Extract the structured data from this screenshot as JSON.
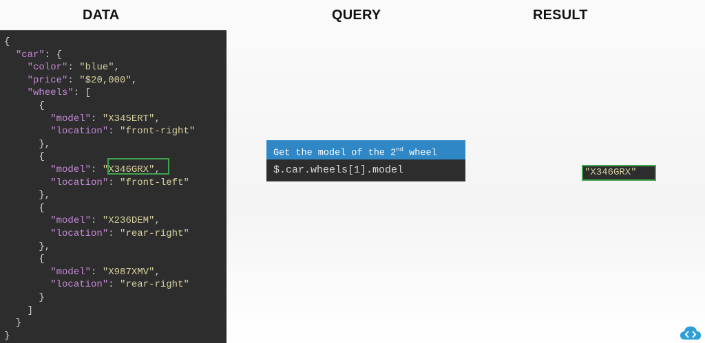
{
  "headings": {
    "data": "DATA",
    "query": "QUERY",
    "result": "RESULT"
  },
  "code": [
    [
      {
        "c": "p",
        "t": "{"
      }
    ],
    [
      {
        "c": "p",
        "t": "  "
      },
      {
        "c": "k",
        "t": "\"car\""
      },
      {
        "c": "p",
        "t": ": {"
      }
    ],
    [
      {
        "c": "p",
        "t": "    "
      },
      {
        "c": "k",
        "t": "\"color\""
      },
      {
        "c": "p",
        "t": ": "
      },
      {
        "c": "s",
        "t": "\"blue\""
      },
      {
        "c": "p",
        "t": ","
      }
    ],
    [
      {
        "c": "p",
        "t": "    "
      },
      {
        "c": "k",
        "t": "\"price\""
      },
      {
        "c": "p",
        "t": ": "
      },
      {
        "c": "s",
        "t": "\"$20,000\""
      },
      {
        "c": "p",
        "t": ","
      }
    ],
    [
      {
        "c": "p",
        "t": "    "
      },
      {
        "c": "k",
        "t": "\"wheels\""
      },
      {
        "c": "p",
        "t": ": ["
      }
    ],
    [
      {
        "c": "p",
        "t": "      {"
      }
    ],
    [
      {
        "c": "p",
        "t": "        "
      },
      {
        "c": "k",
        "t": "\"model\""
      },
      {
        "c": "p",
        "t": ": "
      },
      {
        "c": "s",
        "t": "\"X345ERT\""
      },
      {
        "c": "p",
        "t": ","
      }
    ],
    [
      {
        "c": "p",
        "t": "        "
      },
      {
        "c": "k",
        "t": "\"location\""
      },
      {
        "c": "p",
        "t": ": "
      },
      {
        "c": "s",
        "t": "\"front-right\""
      }
    ],
    [
      {
        "c": "p",
        "t": "      },"
      }
    ],
    [
      {
        "c": "p",
        "t": "      {"
      }
    ],
    [
      {
        "c": "p",
        "t": "        "
      },
      {
        "c": "k",
        "t": "\"model\""
      },
      {
        "c": "p",
        "t": ": "
      },
      {
        "c": "s",
        "t": "\"X346GRX\""
      },
      {
        "c": "p",
        "t": ","
      }
    ],
    [
      {
        "c": "p",
        "t": "        "
      },
      {
        "c": "k",
        "t": "\"location\""
      },
      {
        "c": "p",
        "t": ": "
      },
      {
        "c": "s",
        "t": "\"front-left\""
      }
    ],
    [
      {
        "c": "p",
        "t": "      },"
      }
    ],
    [
      {
        "c": "p",
        "t": "      {"
      }
    ],
    [
      {
        "c": "p",
        "t": "        "
      },
      {
        "c": "k",
        "t": "\"model\""
      },
      {
        "c": "p",
        "t": ": "
      },
      {
        "c": "s",
        "t": "\"X236DEM\""
      },
      {
        "c": "p",
        "t": ","
      }
    ],
    [
      {
        "c": "p",
        "t": "        "
      },
      {
        "c": "k",
        "t": "\"location\""
      },
      {
        "c": "p",
        "t": ": "
      },
      {
        "c": "s",
        "t": "\"rear-right\""
      }
    ],
    [
      {
        "c": "p",
        "t": "      },"
      }
    ],
    [
      {
        "c": "p",
        "t": "      {"
      }
    ],
    [
      {
        "c": "p",
        "t": "        "
      },
      {
        "c": "k",
        "t": "\"model\""
      },
      {
        "c": "p",
        "t": ": "
      },
      {
        "c": "s",
        "t": "\"X987XMV\""
      },
      {
        "c": "p",
        "t": ","
      }
    ],
    [
      {
        "c": "p",
        "t": "        "
      },
      {
        "c": "k",
        "t": "\"location\""
      },
      {
        "c": "p",
        "t": ": "
      },
      {
        "c": "s",
        "t": "\"rear-right\""
      }
    ],
    [
      {
        "c": "p",
        "t": "      }"
      }
    ],
    [
      {
        "c": "p",
        "t": "    ]"
      }
    ],
    [
      {
        "c": "p",
        "t": "  }"
      }
    ],
    [
      {
        "c": "p",
        "t": "}"
      }
    ]
  ],
  "query": {
    "title_prefix": "Get the model of the 2",
    "title_sup": "nd",
    "title_suffix": " wheel",
    "expression": "$.car.wheels[1].model"
  },
  "result": {
    "value": "\"X346GRX\""
  },
  "colors": {
    "code_bg": "#2d2d2d",
    "key": "#c58ad8",
    "string": "#d8d2a0",
    "highlight": "#3fa34d",
    "query_header": "#2f87c6"
  },
  "icons": {
    "logo": "cloud-code-logo-icon"
  }
}
